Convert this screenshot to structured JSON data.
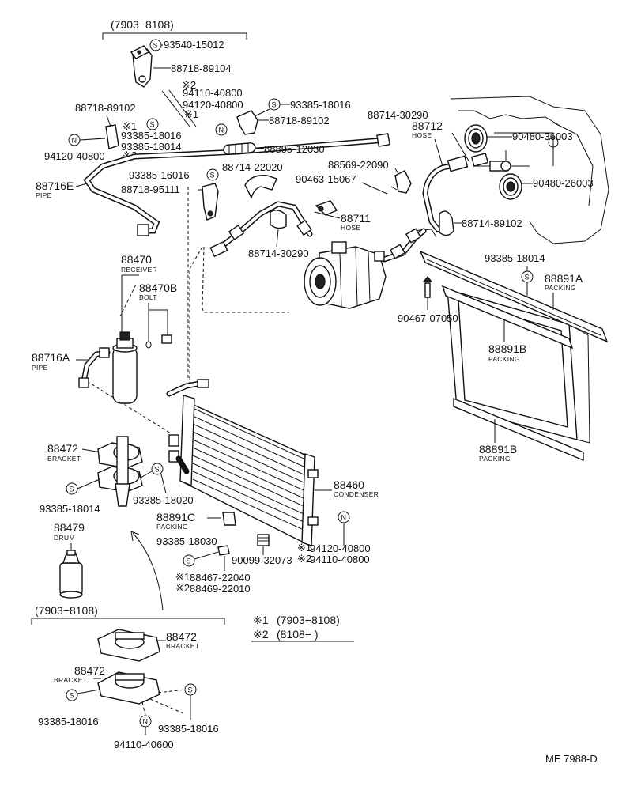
{
  "header": {
    "range": "(7903−8108)"
  },
  "labels": {
    "p93540_15012": "93540-15012",
    "p88718_89104": "88718-89104",
    "m2_a": "※2",
    "p94110_40800": "94110-40800",
    "p94120_40800": "94120-40800",
    "m1_a": "※1",
    "p93385_18016_top": "93385-18016",
    "p88718_89102_right": "88718-89102",
    "p88718_89102_left": "88718-89102",
    "m1_b": "※1",
    "p93385_18016_left": "93385-18016",
    "p93385_18014_left": "93385-18014",
    "m2_b": "※2",
    "p94120_40800_left": "94120-40800",
    "p88895_12030": "88895-12030",
    "p88714_22020": "88714-22020",
    "p88716E": "88716E",
    "pipe_E": "PIPE",
    "p93385_16016": "93385-16016",
    "p88718_95111": "88718-95111",
    "p88714_30290_top": "88714-30290",
    "p88712": "88712",
    "hose_88712": "HOSE",
    "p90480_36003": "90480-36003",
    "p88569_22090": "88569-22090",
    "p90463_15067": "90463-15067",
    "p90480_26003": "90480-26003",
    "p88711": "88711",
    "hose_88711": "HOSE",
    "p88714_89102": "88714-89102",
    "p88714_30290_mid": "88714-30290",
    "p88470": "88470",
    "receiver": "RECEIVER",
    "p88470B": "88470B",
    "bolt": "BOLT",
    "p93385_18014_right": "93385-18014",
    "p88891A": "88891A",
    "packing_A": "PACKING",
    "p90467_07050": "90467-07050",
    "p88716A": "88716A",
    "pipe_A": "PIPE",
    "p88891B_1": "88891B",
    "packing_B1": "PACKING",
    "p88472_1": "88472",
    "bracket_1": "BRACKET",
    "p93385_18020": "93385-18020",
    "p93385_18014_bottom": "93385-18014",
    "p88460": "88460",
    "condenser": "CONDENSER",
    "p88891B_2": "88891B",
    "packing_B2": "PACKING",
    "p88891C": "88891C",
    "packing_C": "PACKING",
    "p88479": "88479",
    "drum": "DRUM",
    "p93385_18030": "93385-18030",
    "p90099_32073": "90099-32073",
    "m1_c": "※1",
    "p94120_40800_bottom": "94120-40800",
    "m2_c": "※2",
    "p94110_40800_bottom": "94110-40800",
    "m1_d": "※1",
    "p88467_22040": "88467-22040",
    "m2_d": "※2",
    "p88469_22010": "88469-22010",
    "range_bottom": "(7903−8108)",
    "p88472_2": "88472",
    "bracket_2": "BRACKET",
    "p88472_3": "88472",
    "bracket_3": "BRACKET",
    "p93385_18016_b1": "93385-18016",
    "p93385_18016_b2": "93385-18016",
    "p94110_40600": "94110-40600",
    "code": "ME 7988-D"
  },
  "legend": {
    "k1": "※1",
    "v1": "(7903−8108)",
    "k2": "※2",
    "v2": "(8108−         )"
  },
  "symbols": {
    "s": "S",
    "n": "N"
  }
}
